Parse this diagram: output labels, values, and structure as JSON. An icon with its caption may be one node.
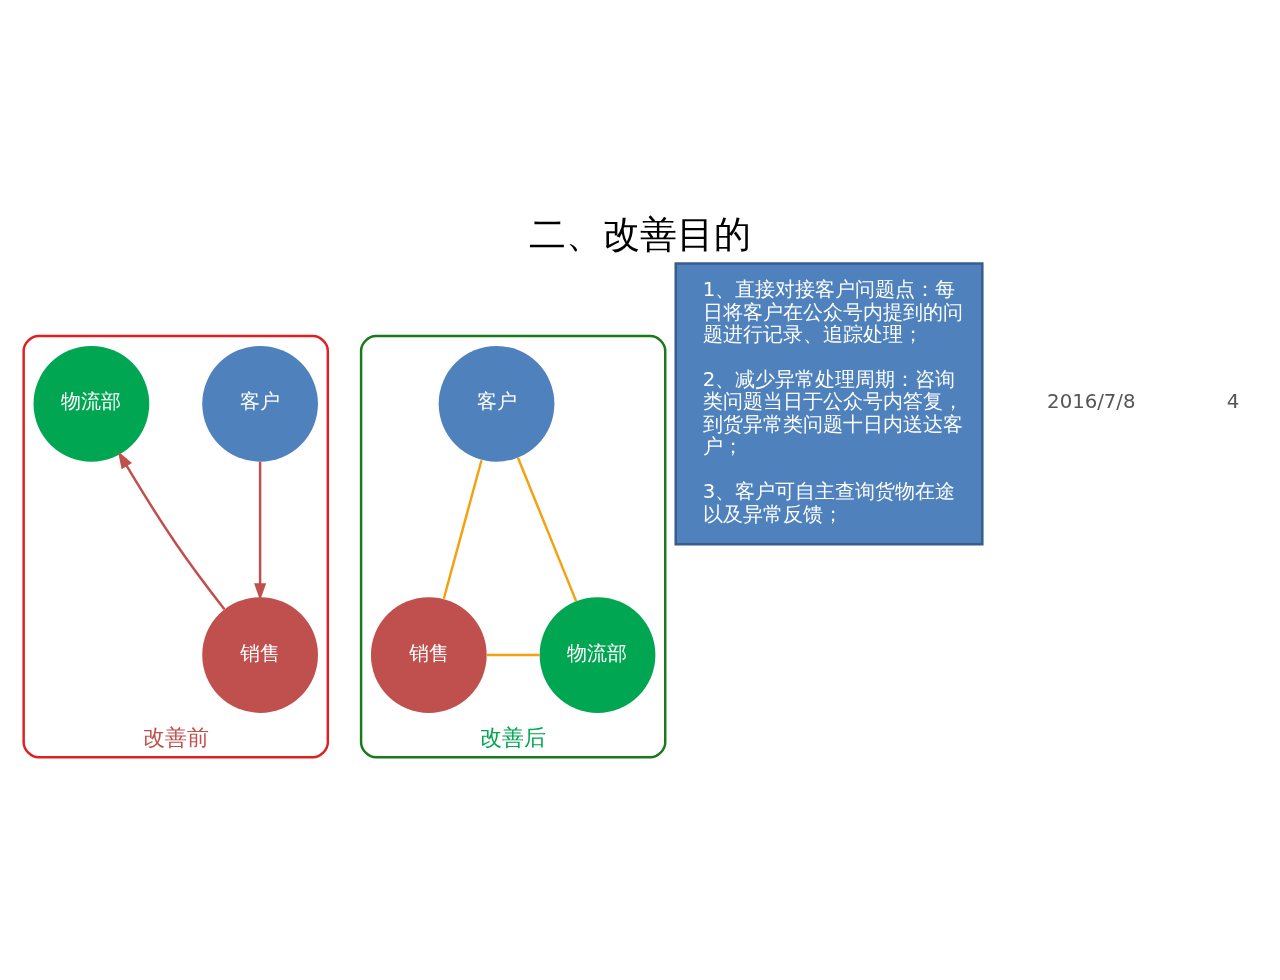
{
  "diagram": {
    "title": "二、改善目的",
    "nodes": [
      {
        "text": [
          "改善前"
        ]
      },
      {
        "text": [
          "客户"
        ],
        "in": 0
      },
      {
        "text": [
          "销售"
        ],
        "in": 0
      },
      {
        "text": [
          "物流部"
        ],
        "in": 0
      },
      {
        "text": [
          "改善后"
        ]
      },
      {
        "text": [
          "客户"
        ],
        "in": 4
      },
      {
        "text": [
          "销售"
        ],
        "in": 4
      },
      {
        "text": [
          "物流部"
        ],
        "in": 4
      },
      {
        "text": [
          "1、直接对接客户问题点：每日将客户在公众号内提到的问题进行记录、追踪处理；",
          "2、减少异常处理周期：咨询类问题当日于公众号内答复，到货异常类问题十日内送达客户；",
          "3、客户可自主查询货物在途以及异常反馈；"
        ]
      }
    ],
    "edges": [
      {
        "from": 1,
        "to": 2,
        "arrow": "to"
      },
      {
        "from": 2,
        "to": 3,
        "arrow": "to"
      },
      {
        "from": 5,
        "to": 6,
        "arrow": "none",
        "color": "#f5a00f"
      },
      {
        "from": 5,
        "to": 7,
        "arrow": "none",
        "color": "#f5a00f"
      },
      {
        "from": 6,
        "to": 7,
        "arrow": "none",
        "color": "#f5a00f"
      }
    ],
    "labels": [
      "2016/7/8",
      "4"
    ]
  }
}
